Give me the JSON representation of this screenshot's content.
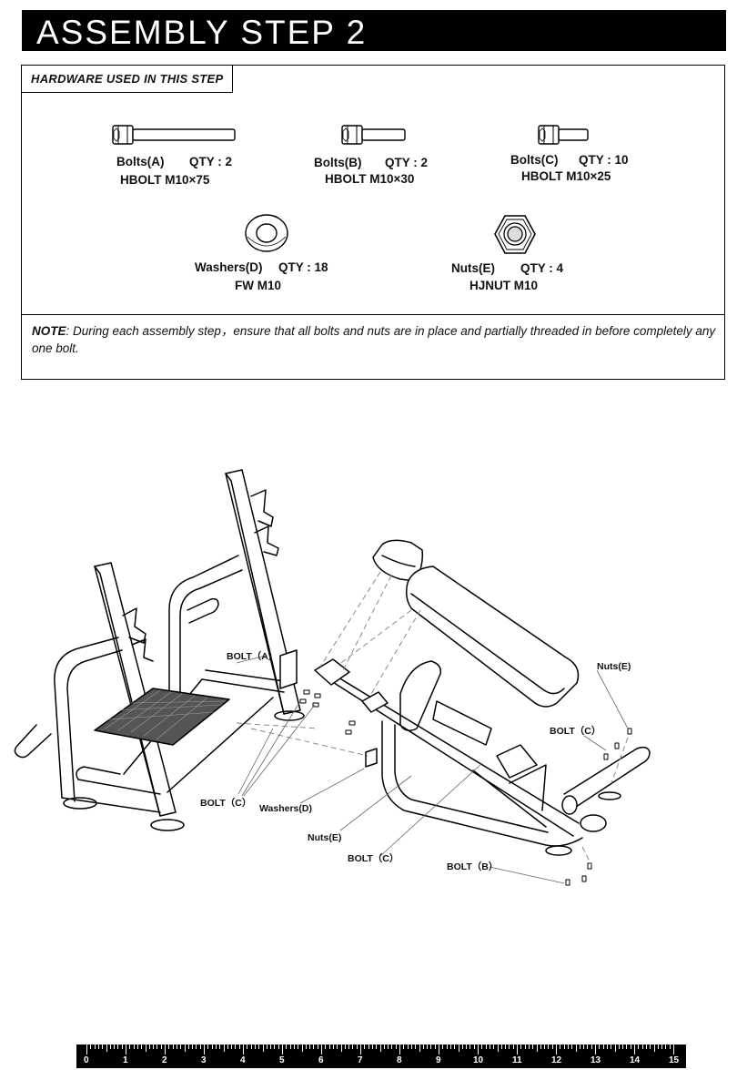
{
  "title": "ASSEMBLY STEP 2",
  "hardware_header": "HARDWARE USED  IN  THIS  STEP",
  "hardware": [
    {
      "name": "Bolts(A)",
      "qty": "QTY : 2",
      "spec": "HBOLT  M10×75",
      "icon": "long-bolt-icon"
    },
    {
      "name": "Bolts(B)",
      "qty": "QTY : 2",
      "spec": "HBOLT  M10×30",
      "icon": "medium-bolt-icon"
    },
    {
      "name": "Bolts(C)",
      "qty": "QTY : 10",
      "spec": "HBOLT  M10×25",
      "icon": "short-bolt-icon"
    },
    {
      "name": "Washers(D)",
      "qty": "QTY : 18",
      "spec": "FW  M10",
      "icon": "washer-icon"
    },
    {
      "name": "Nuts(E)",
      "qty": "QTY : 4",
      "spec": "HJNUT  M10",
      "icon": "hex-nut-icon"
    }
  ],
  "note_label": "NOTE",
  "note_text": ": During each assembly step，ensure that all bolts and nuts are in place and partially threaded in before completely any one bolt.",
  "callouts": {
    "bolt_a": "BOLT（A）",
    "bolt_c_left": "BOLT（C）",
    "washers_d": "Washers(D)",
    "nuts_e_mid": "Nuts(E)",
    "bolt_c_mid": "BOLT（C）",
    "nuts_e_right": "Nuts(E)",
    "bolt_c_right": "BOLT（C）",
    "bolt_b": "BOLT（B）"
  },
  "ruler_numbers": [
    "0",
    "1",
    "2",
    "3",
    "4",
    "5",
    "6",
    "7",
    "8",
    "9",
    "10",
    "11",
    "12",
    "13",
    "14",
    "15"
  ]
}
